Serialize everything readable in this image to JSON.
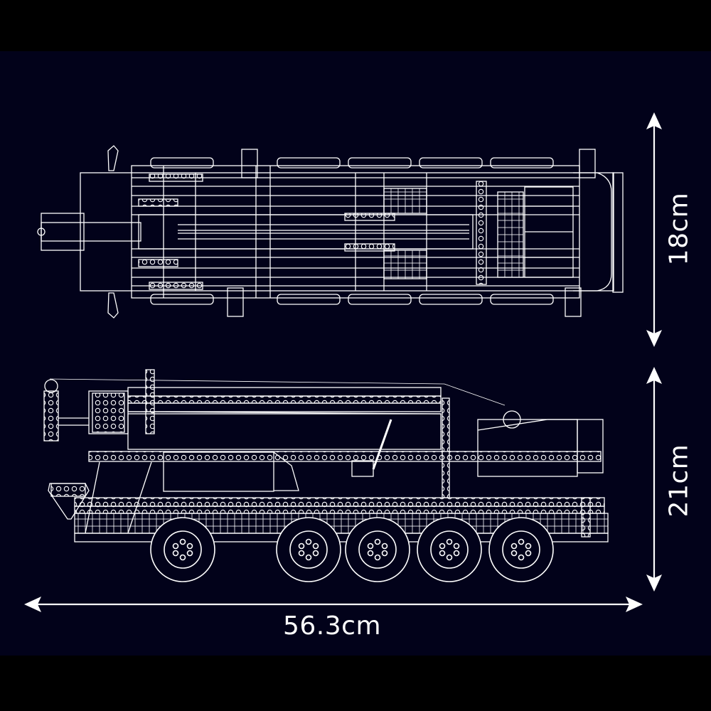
{
  "background": {
    "outer": "#000000",
    "canvas": "#02021a",
    "line": "#ffffff"
  },
  "diagram": {
    "subject": "crane truck building-block model blueprint",
    "views": [
      {
        "name": "top-view",
        "label": ""
      },
      {
        "name": "side-view",
        "label": ""
      }
    ],
    "dimensions": {
      "length": {
        "label": "56.3cm",
        "orientation": "horizontal"
      },
      "width": {
        "label": "18cm",
        "orientation": "vertical",
        "applies_to": "top-view"
      },
      "height": {
        "label": "21cm",
        "orientation": "vertical",
        "applies_to": "side-view"
      }
    },
    "wheels": {
      "count": 5
    }
  }
}
